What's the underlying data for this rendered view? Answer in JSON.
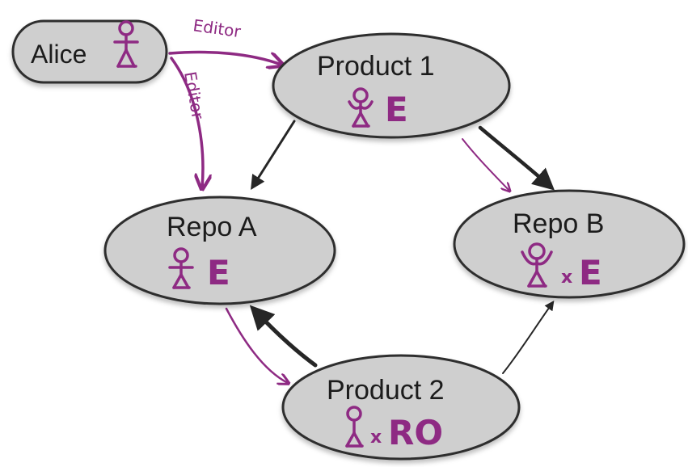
{
  "nodes": {
    "alice": {
      "label": "Alice",
      "role_icon": "stick-figure-icon"
    },
    "product1": {
      "label": "Product 1",
      "role_icon": "stick-figure-icon",
      "permission": "E"
    },
    "repo_a": {
      "label": "Repo A",
      "role_icon": "stick-figure-icon",
      "permission": "E"
    },
    "repo_b": {
      "label": "Repo B",
      "role_icon": "stick-figure-icon",
      "multiplier": "x",
      "permission": "E"
    },
    "product2": {
      "label": "Product 2",
      "role_icon": "stick-figure-icon",
      "multiplier": "x",
      "permission": "RO"
    }
  },
  "edges": {
    "alice_to_product1": {
      "label": "Editor"
    },
    "alice_to_repo_a": {
      "label": "Editor"
    }
  },
  "colors": {
    "node_fill": "#cfcfcf",
    "node_stroke": "#2e2e2e",
    "permission_accent": "#8e2a83",
    "dependency_arrow": "#262626"
  }
}
